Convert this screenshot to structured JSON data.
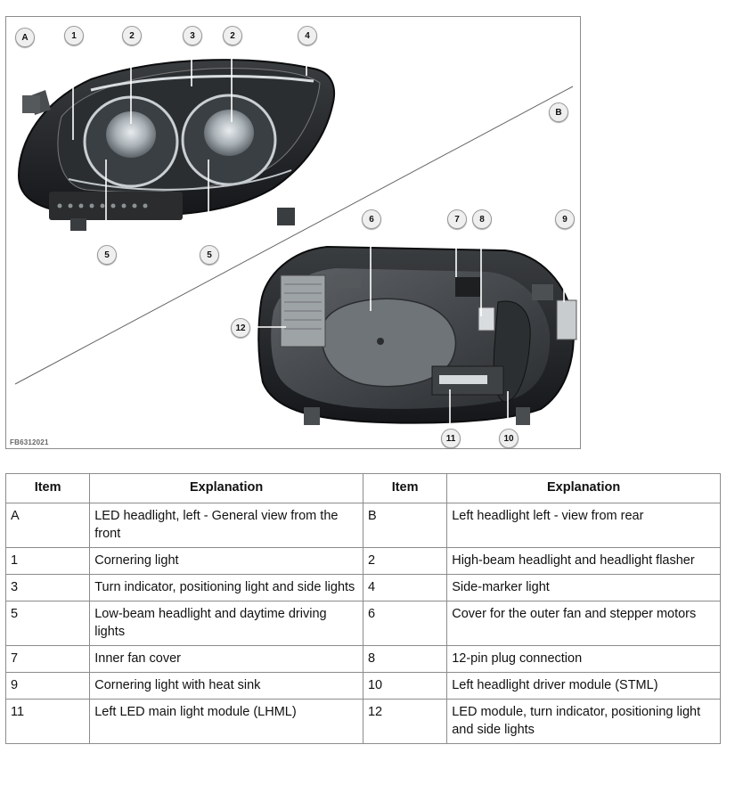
{
  "figure": {
    "code": "FB6312021",
    "views": [
      "A",
      "B"
    ],
    "callouts": [
      "1",
      "2",
      "3",
      "2",
      "4",
      "5",
      "5",
      "6",
      "7",
      "8",
      "9",
      "12",
      "11",
      "10"
    ]
  },
  "table": {
    "headers": [
      "Item",
      "Explanation",
      "Item",
      "Explanation"
    ],
    "rows": [
      {
        "item1": "A",
        "text1": "LED headlight, left - General view from the front",
        "item2": "B",
        "text2": "Left headlight left - view from rear"
      },
      {
        "item1": "1",
        "text1": "Cornering light",
        "item2": "2",
        "text2": "High-beam headlight and headlight flasher"
      },
      {
        "item1": "3",
        "text1": "Turn indicator, positioning light and side lights",
        "item2": "4",
        "text2": "Side-marker light"
      },
      {
        "item1": "5",
        "text1": "Low-beam headlight and daytime driving lights",
        "item2": "6",
        "text2": "Cover for the outer fan and stepper motors"
      },
      {
        "item1": "7",
        "text1": "Inner fan cover",
        "item2": "8",
        "text2": "12-pin plug connection"
      },
      {
        "item1": "9",
        "text1": "Cornering light with heat sink",
        "item2": "10",
        "text2": "Left headlight driver module (STML)"
      },
      {
        "item1": "11",
        "text1": "Left LED main light module (LHML)",
        "item2": "12",
        "text2": "LED module, turn indicator, positioning light and side lights"
      }
    ]
  }
}
